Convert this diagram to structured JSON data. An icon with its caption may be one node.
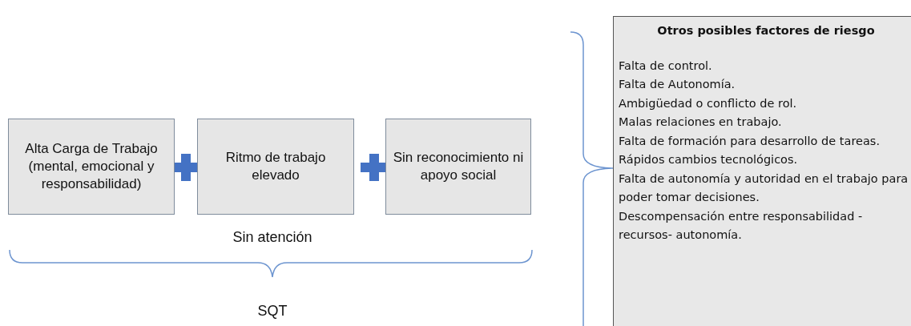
{
  "diagram": {
    "nodes": [
      {
        "text": [
          "Alta Carga de Trabajo (mental, emocional y responsabilidad)"
        ]
      },
      {
        "text": [
          "Ritmo de trabajo elevado"
        ]
      },
      {
        "text": [
          "Sin reconocimiento ni apoyo social"
        ]
      },
      {
        "text": [
          "Otros posibles factores de riesgo",
          "Falta de control.",
          "Falta de Autonomía.",
          "Ambigüedad o conflicto de rol.",
          "Malas relaciones en trabajo.",
          "Falta de formación para desarrollo de tareas.",
          "Rápidos cambios tecnológicos.",
          "Falta de autonomía y autoridad en el trabajo para poder tomar decisiones.",
          "Descompensación entre responsabilidad -recursos- autonomía."
        ]
      }
    ],
    "labels": [
      "Sin atención",
      "SQT"
    ]
  }
}
